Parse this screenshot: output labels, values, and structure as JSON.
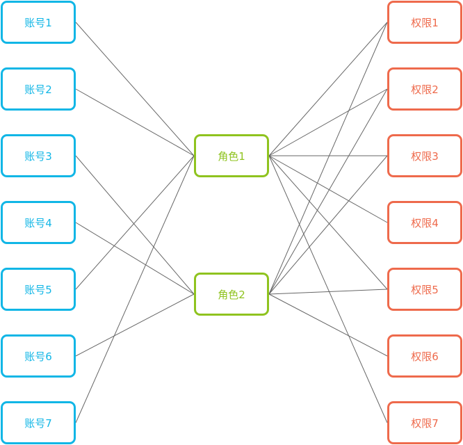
{
  "colors": {
    "account": "#11b6e6",
    "role": "#8fc31f",
    "permission": "#ee6a4c",
    "link": "#666666"
  },
  "accounts": [
    {
      "id": "a1",
      "label": "账号1"
    },
    {
      "id": "a2",
      "label": "账号2"
    },
    {
      "id": "a3",
      "label": "账号3"
    },
    {
      "id": "a4",
      "label": "账号4"
    },
    {
      "id": "a5",
      "label": "账号5"
    },
    {
      "id": "a6",
      "label": "账号6"
    },
    {
      "id": "a7",
      "label": "账号7"
    }
  ],
  "roles": [
    {
      "id": "r1",
      "label": "角色1"
    },
    {
      "id": "r2",
      "label": "角色2"
    }
  ],
  "permissions": [
    {
      "id": "p1",
      "label": "权限1"
    },
    {
      "id": "p2",
      "label": "权限2"
    },
    {
      "id": "p3",
      "label": "权限3"
    },
    {
      "id": "p4",
      "label": "权限4"
    },
    {
      "id": "p5",
      "label": "权限5"
    },
    {
      "id": "p6",
      "label": "权限6"
    },
    {
      "id": "p7",
      "label": "权限7"
    }
  ],
  "account_role_links": [
    [
      "a1",
      "r1"
    ],
    [
      "a2",
      "r1"
    ],
    [
      "a3",
      "r2"
    ],
    [
      "a4",
      "r2"
    ],
    [
      "a5",
      "r1"
    ],
    [
      "a6",
      "r2"
    ],
    [
      "a7",
      "r1"
    ]
  ],
  "role_permission_links": [
    [
      "r1",
      "p1"
    ],
    [
      "r1",
      "p2"
    ],
    [
      "r1",
      "p3"
    ],
    [
      "r1",
      "p4"
    ],
    [
      "r1",
      "p5"
    ],
    [
      "r1",
      "p7"
    ],
    [
      "r2",
      "p1"
    ],
    [
      "r2",
      "p2"
    ],
    [
      "r2",
      "p3"
    ],
    [
      "r2",
      "p5"
    ],
    [
      "r2",
      "p6"
    ]
  ]
}
